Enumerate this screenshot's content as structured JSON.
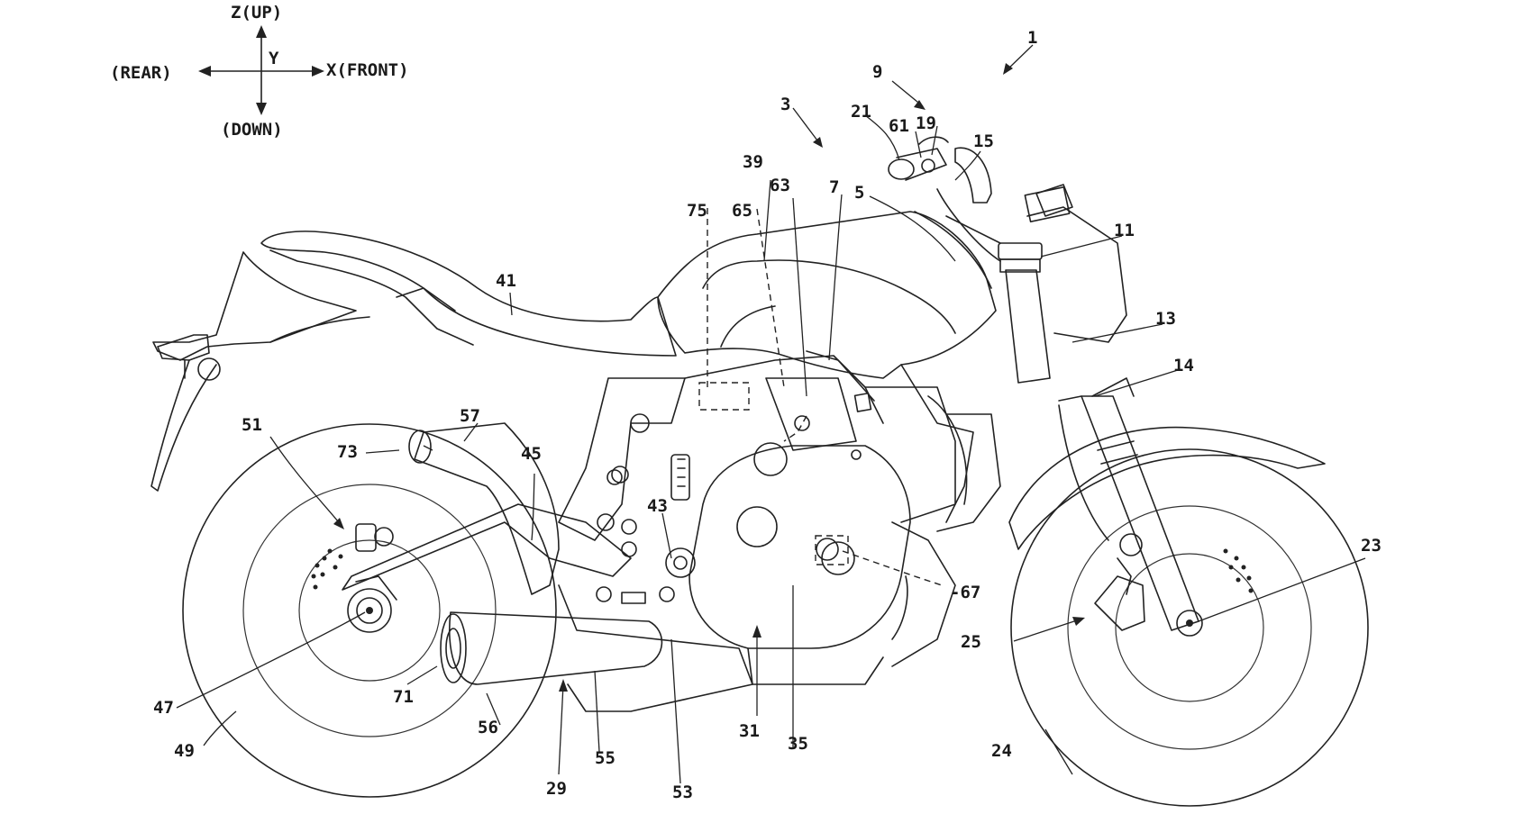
{
  "axes": {
    "up": "Z(UP)",
    "down": "(DOWN)",
    "rear": "(REAR)",
    "front": "X(FRONT)",
    "lateral": "Y"
  },
  "labels": {
    "n1": "1",
    "n3": "3",
    "n5": "5",
    "n7": "7",
    "n9": "9",
    "n11": "11",
    "n13": "13",
    "n14": "14",
    "n15": "15",
    "n19": "19",
    "n21": "21",
    "n23": "23",
    "n24": "24",
    "n25": "25",
    "n29": "29",
    "n31": "31",
    "n35": "35",
    "n39": "39",
    "n41": "41",
    "n43": "43",
    "n45": "45",
    "n47": "47",
    "n49": "49",
    "n51": "51",
    "n53": "53",
    "n55": "55",
    "n56": "56",
    "n57": "57",
    "n61": "61",
    "n63": "63",
    "n65": "65",
    "n67": "-67",
    "n71": "71",
    "n73": "73",
    "n75": "75"
  }
}
